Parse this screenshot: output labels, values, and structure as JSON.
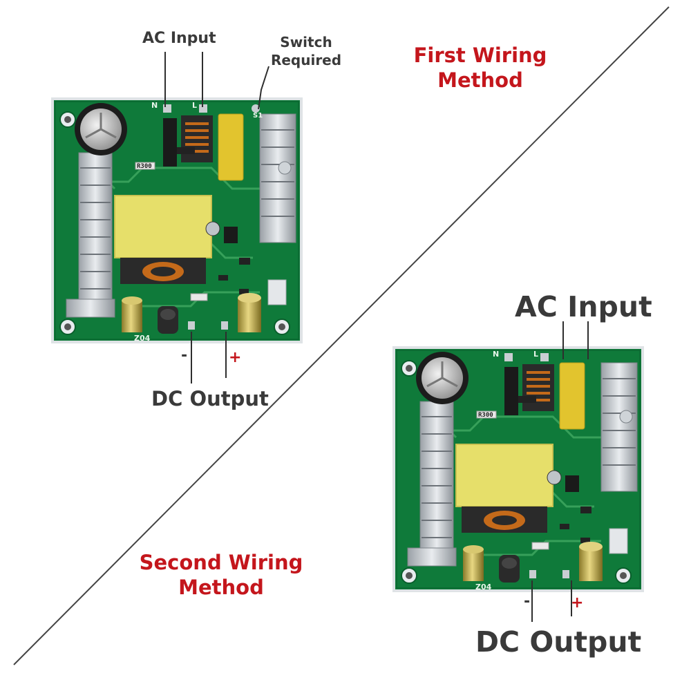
{
  "colors": {
    "accent_red": "#c4161c",
    "label_gray": "#3a3a3a",
    "pcb_green": "#0f7a3a",
    "transformer_yellow": "#e6df6a"
  },
  "first": {
    "title_line1": "First Wiring",
    "title_line2": "Method",
    "ac_input": "AC Input",
    "switch_line1": "Switch",
    "switch_line2": "Required",
    "dc_output": "DC Output",
    "minus": "-",
    "plus": "+",
    "board": {
      "n_mark": "N",
      "l_mark": "L",
      "s1_mark": "S1",
      "resistor_code": "R300",
      "model_code": "Z04"
    }
  },
  "second": {
    "title_line1": "Second Wiring",
    "title_line2": "Method",
    "ac_input": "AC Input",
    "dc_output": "DC Output",
    "minus": "-",
    "plus": "+",
    "board": {
      "n_mark": "N",
      "l_mark": "L",
      "resistor_code": "R300",
      "model_code": "Z04"
    }
  }
}
